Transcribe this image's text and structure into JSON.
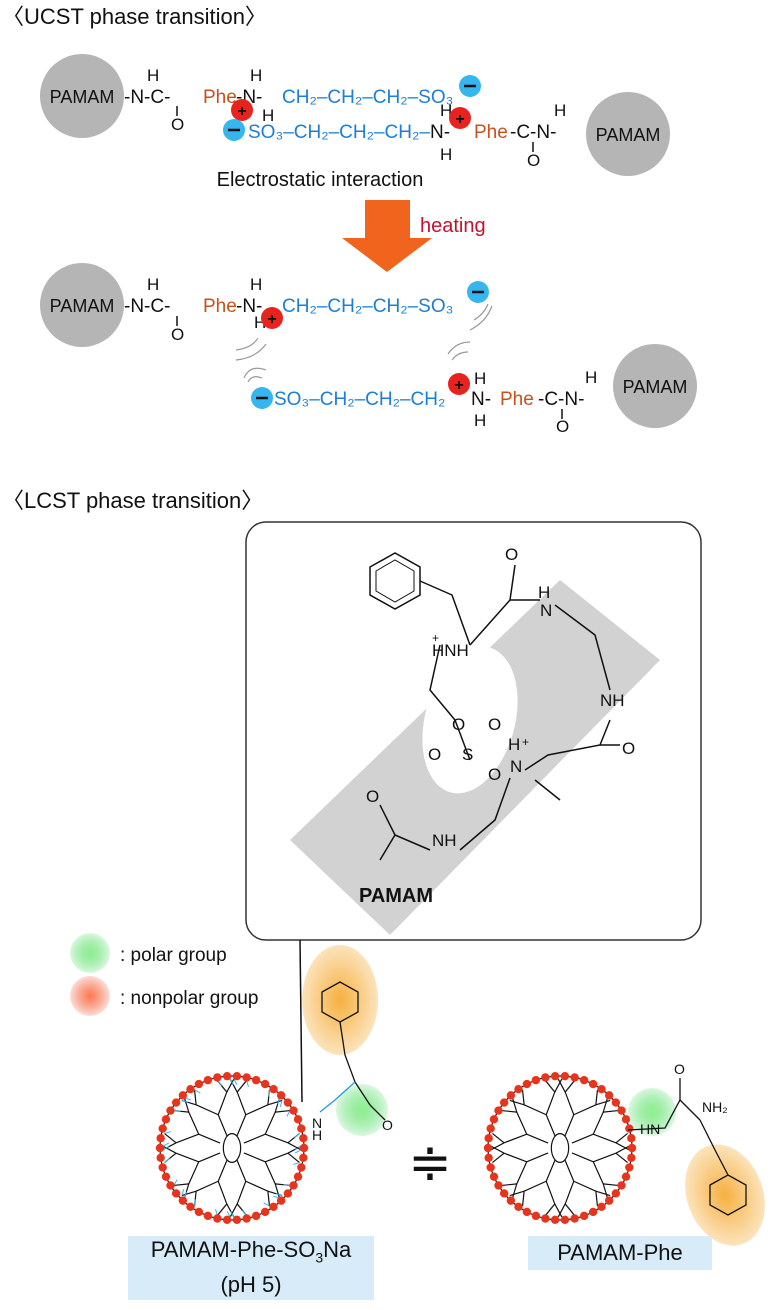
{
  "ucst": {
    "title": "〈UCST phase transition〉",
    "pamam_label": "PAMAM",
    "phe_label": "Phe",
    "interaction_label": "Electrostatic interaction",
    "heating_label": "heating"
  },
  "lcst": {
    "title": "〈LCST phase transition〉",
    "inset_label": "PAMAM",
    "legend": [
      {
        "text": ": polar group",
        "color": "#4cd964"
      },
      {
        "text": ": nonpolar group",
        "color": "#f05a3a"
      }
    ],
    "left_caption_line1": "PAMAM-Phe-SO",
    "left_caption_sub": "3",
    "left_caption_tail": "Na",
    "left_caption_line2": "(pH 5)",
    "right_caption": "PAMAM-Phe",
    "equiv_symbol": "≑"
  },
  "colors": {
    "phe": "#c8501e",
    "linker": "#1a7fd6",
    "pamam_circle": "#b5b5b5",
    "cation": "#e8231f",
    "anion": "#36b6ef",
    "arrow": "#f0641e",
    "heating": "#c8102e",
    "caption_bg": "#d7ecf8",
    "dendrimer_red": "#e8341c"
  }
}
